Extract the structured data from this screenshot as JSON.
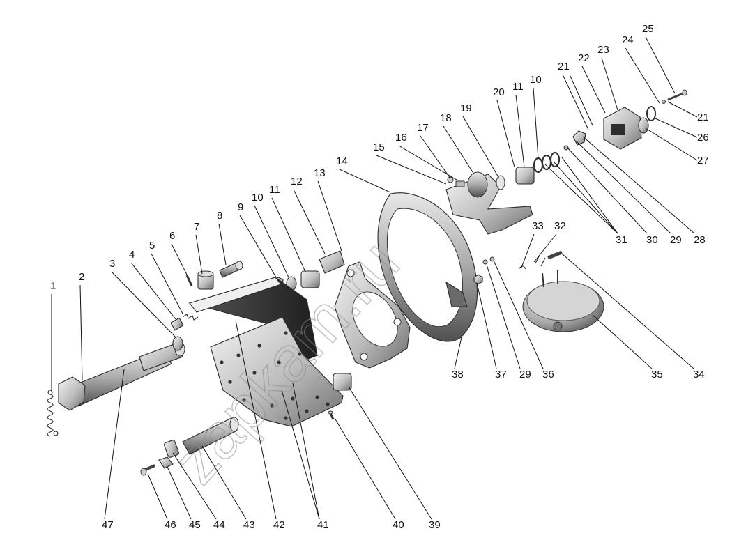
{
  "watermark": "zapkam.ru",
  "callouts": [
    {
      "id": "1",
      "text": "1",
      "muted": true
    },
    {
      "id": "2",
      "text": "2"
    },
    {
      "id": "3",
      "text": "3"
    },
    {
      "id": "4",
      "text": "4"
    },
    {
      "id": "5",
      "text": "5"
    },
    {
      "id": "6",
      "text": "6"
    },
    {
      "id": "7",
      "text": "7"
    },
    {
      "id": "8",
      "text": "8"
    },
    {
      "id": "9",
      "text": "9"
    },
    {
      "id": "10a",
      "text": "10"
    },
    {
      "id": "11a",
      "text": "11"
    },
    {
      "id": "12",
      "text": "12"
    },
    {
      "id": "13",
      "text": "13"
    },
    {
      "id": "14",
      "text": "14"
    },
    {
      "id": "15",
      "text": "15"
    },
    {
      "id": "16",
      "text": "16"
    },
    {
      "id": "17",
      "text": "17"
    },
    {
      "id": "18",
      "text": "18"
    },
    {
      "id": "19",
      "text": "19"
    },
    {
      "id": "20",
      "text": "20"
    },
    {
      "id": "11b",
      "text": "11"
    },
    {
      "id": "10b",
      "text": "10"
    },
    {
      "id": "21a",
      "text": "21"
    },
    {
      "id": "22",
      "text": "22"
    },
    {
      "id": "23",
      "text": "23"
    },
    {
      "id": "24",
      "text": "24"
    },
    {
      "id": "25",
      "text": "25"
    },
    {
      "id": "21b",
      "text": "21"
    },
    {
      "id": "26",
      "text": "26"
    },
    {
      "id": "27",
      "text": "27"
    },
    {
      "id": "33",
      "text": "33"
    },
    {
      "id": "32",
      "text": "32"
    },
    {
      "id": "31",
      "text": "31"
    },
    {
      "id": "30",
      "text": "30"
    },
    {
      "id": "29a",
      "text": "29"
    },
    {
      "id": "28",
      "text": "28"
    },
    {
      "id": "38",
      "text": "38"
    },
    {
      "id": "37",
      "text": "37"
    },
    {
      "id": "29b",
      "text": "29"
    },
    {
      "id": "36",
      "text": "36"
    },
    {
      "id": "35",
      "text": "35"
    },
    {
      "id": "34",
      "text": "34"
    },
    {
      "id": "47",
      "text": "47"
    },
    {
      "id": "46",
      "text": "46"
    },
    {
      "id": "45",
      "text": "45"
    },
    {
      "id": "44",
      "text": "44"
    },
    {
      "id": "43",
      "text": "43"
    },
    {
      "id": "42",
      "text": "42"
    },
    {
      "id": "41",
      "text": "41"
    },
    {
      "id": "40",
      "text": "40"
    },
    {
      "id": "39",
      "text": "39"
    }
  ]
}
